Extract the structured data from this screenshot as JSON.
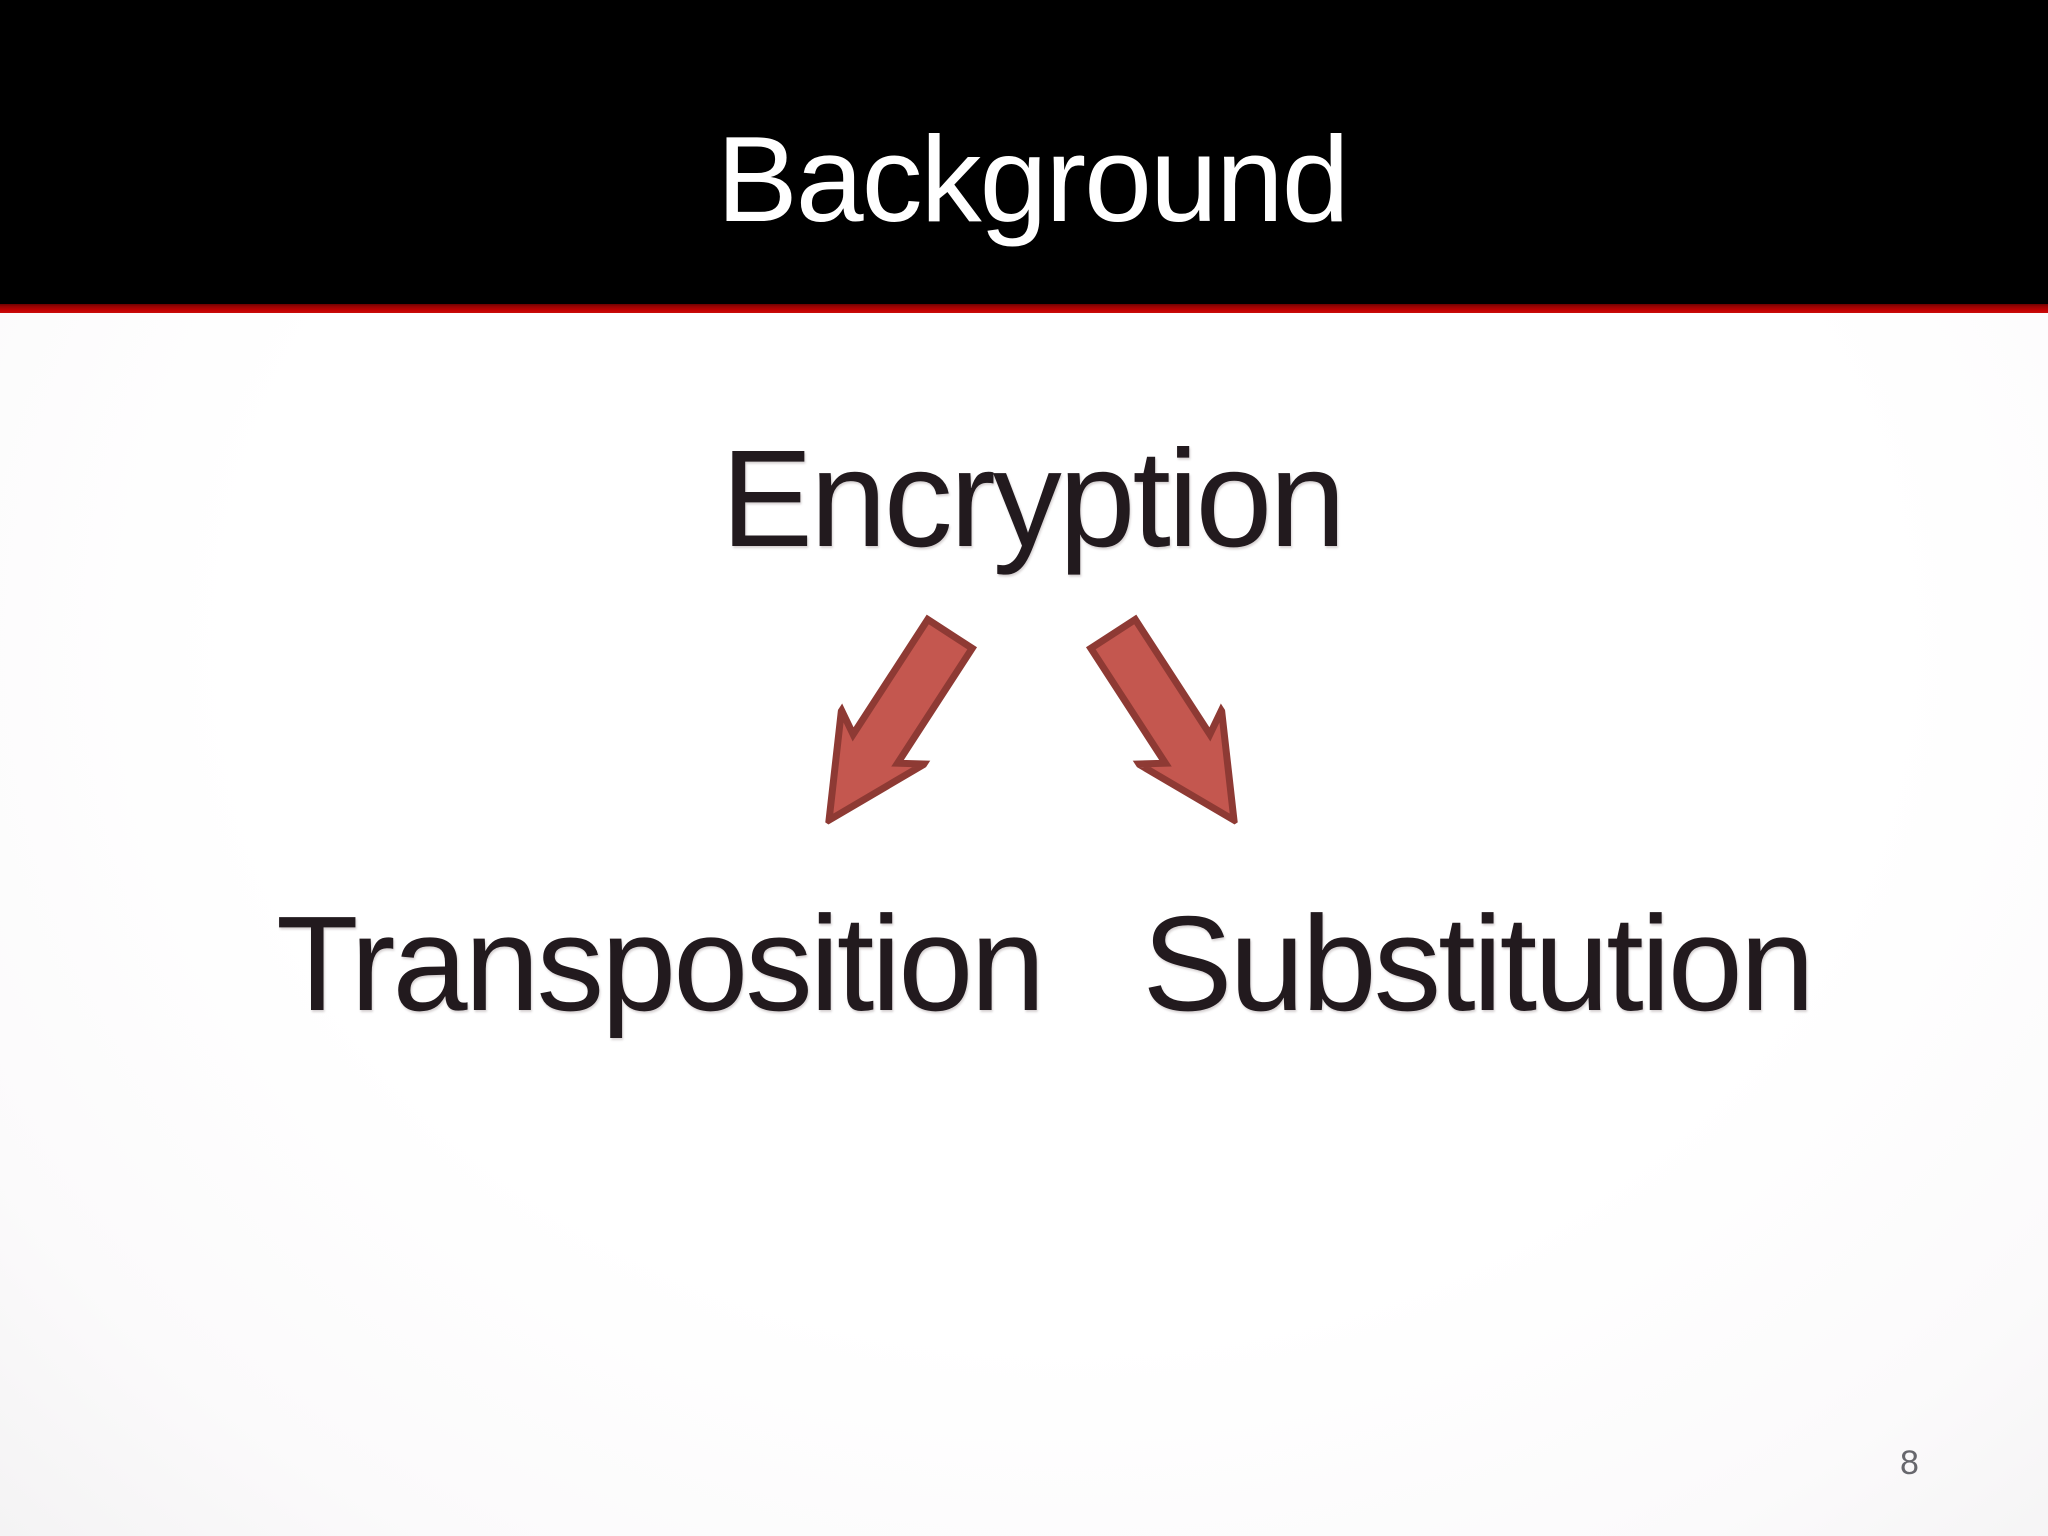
{
  "slide": {
    "title": "Background",
    "diagram": {
      "root": "Encryption",
      "children": [
        "Transposition",
        "Substitution"
      ],
      "icons": [
        "arrow-down-left",
        "arrow-down-right"
      ]
    },
    "page_number": "8",
    "colors": {
      "header_background": "#000000",
      "title_text": "#ffffff",
      "divider_red": "#c00000",
      "body_text": "#221a1e",
      "arrow_fill": "#c4574f",
      "arrow_border": "#8e3a34",
      "page_number_text": "#67676d",
      "slide_background": "#ffffff"
    }
  }
}
